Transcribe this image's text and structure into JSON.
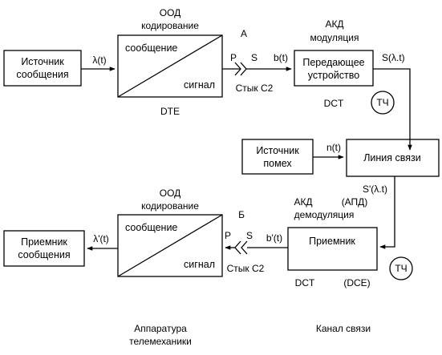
{
  "blocks": {
    "source_message": [
      "Источник",
      "сообщения"
    ],
    "ood_top": {
      "heading": [
        "ООД",
        "кодирование"
      ],
      "upper": "сообщение",
      "lower": "сигнал"
    },
    "transmitter": [
      "Передающее",
      "устройство"
    ],
    "noise_source": [
      "Источник",
      "помех"
    ],
    "link": "Линия связи",
    "ood_bottom": {
      "heading": [
        "ООД",
        "кодирование"
      ],
      "upper": "сообщение",
      "lower": "сигнал"
    },
    "receiver": "Приемник",
    "receiver_message": [
      "Приемник",
      "сообщения"
    ]
  },
  "labels": {
    "lambda_t": "λ(t)",
    "a_point": "А",
    "p_top": "P",
    "s_top": "S",
    "b_t": "b(t)",
    "akd_mod": [
      "АКД",
      "модуляция"
    ],
    "s_lambda": "S(λ.t)",
    "junction_top": "Стык С2",
    "dte": "DTE",
    "dct_top": "DCT",
    "tch_top": "ТЧ",
    "n_t": "n(t)",
    "s_prime": "S'(λ.t)",
    "apd": "(АПД)",
    "akd_demod": [
      "АКД",
      "демодуляция"
    ],
    "b_point": "Б",
    "p_bottom": "P",
    "s_bottom": "S",
    "b_prime": "b'(t)",
    "lambda_prime": "λ'(t)",
    "junction_bottom": "Стык С2",
    "dct_bottom": "DCT",
    "dce": "(DCE)",
    "tch_bottom": "ТЧ"
  },
  "captions": {
    "apparatus": [
      "Аппаратура",
      "телемеханики"
    ],
    "channel": "Канал связи"
  }
}
